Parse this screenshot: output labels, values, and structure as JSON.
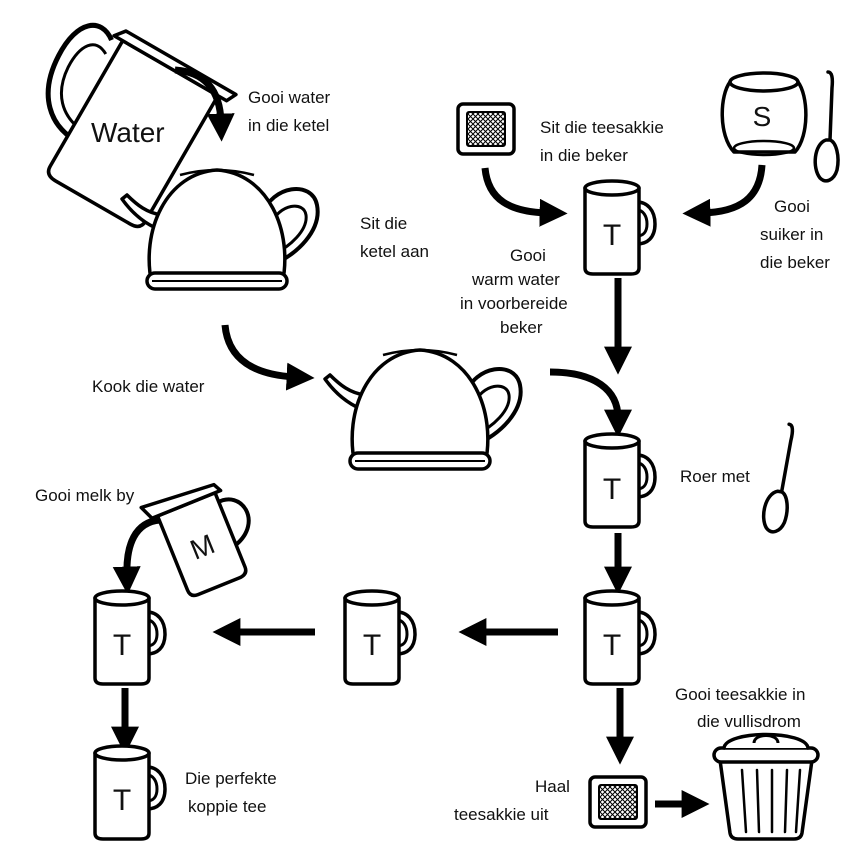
{
  "labels": {
    "pour_water": [
      "Gooi water",
      "in die ketel"
    ],
    "kettle_on": [
      "Sit die",
      "ketel aan"
    ],
    "boil": "Kook die water",
    "teabag_in": [
      "Sit die teesakkie",
      "in  die beker"
    ],
    "add_sugar": [
      "Gooi",
      "suiker in",
      "die beker"
    ],
    "warm_water": [
      "Gooi",
      "warm water",
      "in voorbereide",
      "beker"
    ],
    "stir": "Roer met",
    "add_milk": "Gooi melk by",
    "remove_teabag": [
      "Haal",
      "teesakkie uit"
    ],
    "discard_teabag": [
      "Gooi teesakkie in",
      "die vullisdrom"
    ],
    "perfect_tea": [
      "Die perfekte",
      "koppie tee"
    ]
  },
  "glyphs": {
    "jug_water": "Water",
    "mug": "T",
    "sugar": "S",
    "milk": "M"
  }
}
